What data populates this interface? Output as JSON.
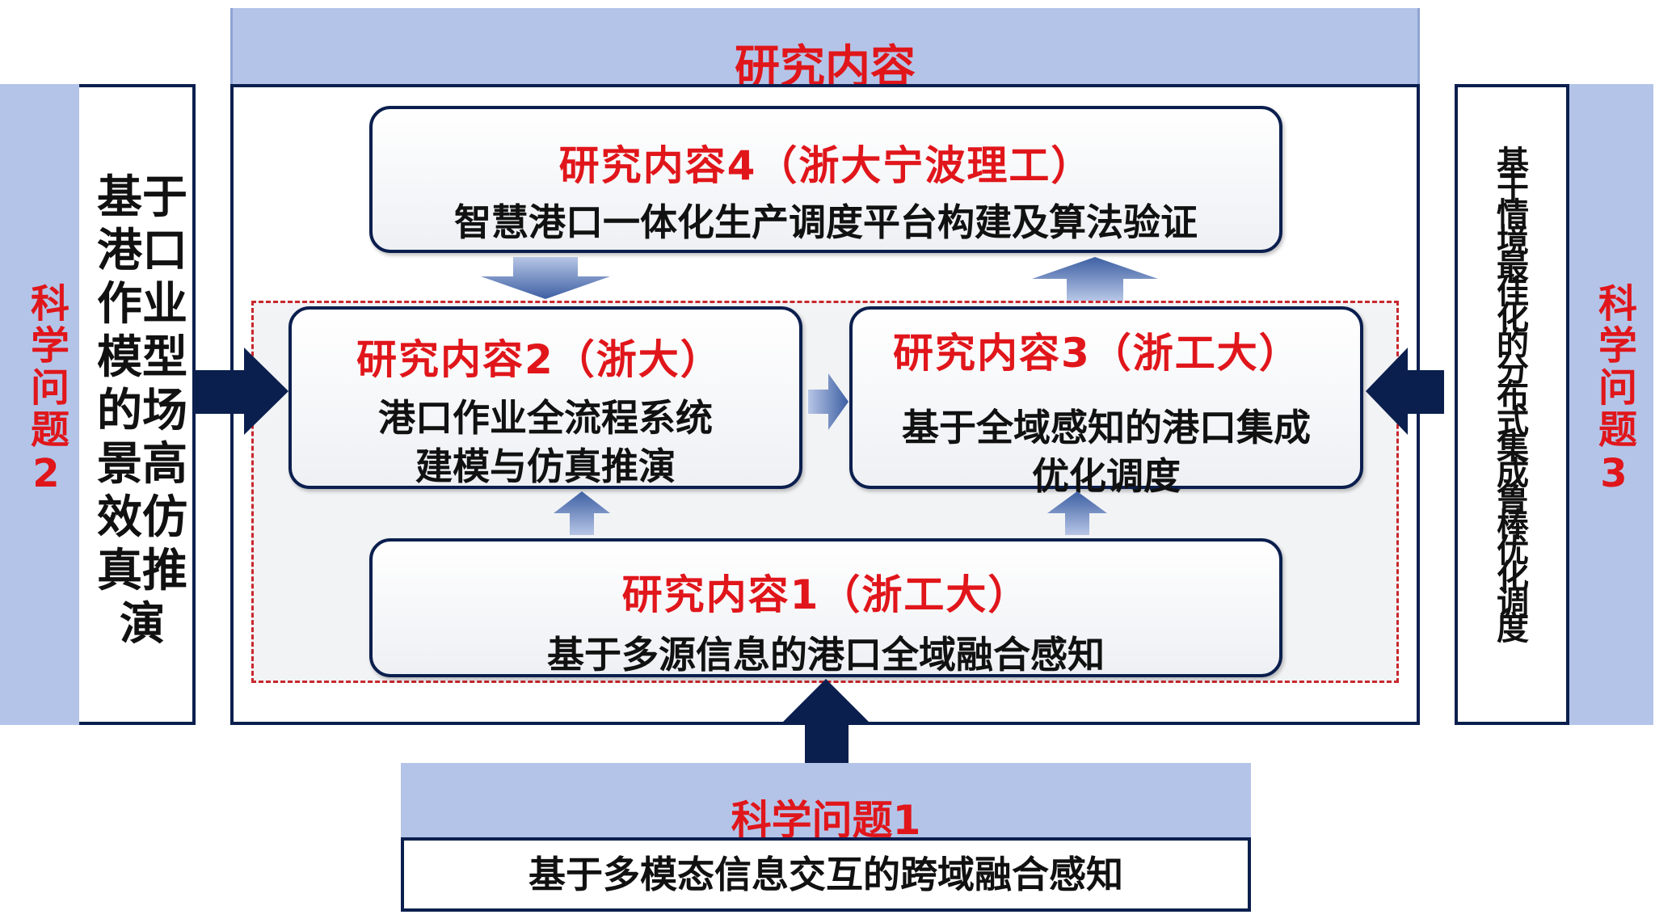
{
  "header": {
    "title": "研究内容"
  },
  "left": {
    "label": "科学问题2",
    "text": "基于港口作业模型的场景高效仿真推演"
  },
  "right": {
    "label": "科学问题3",
    "text": "基于情境最佳化的分布式集成鲁棒优化调度"
  },
  "content4": {
    "title": "研究内容4（浙大宁波理工）",
    "body": "智慧港口一体化生产调度平台构建及算法验证"
  },
  "content2": {
    "title": "研究内容2（浙大）",
    "body1": "港口作业全流程系统",
    "body2": "建模与仿真推演"
  },
  "content3": {
    "title": "研究内容3（浙工大）",
    "body1": "基于全域感知的港口集成",
    "body2": "优化调度"
  },
  "content1": {
    "title": "研究内容1（浙工大）",
    "body": "基于多源信息的港口全域融合感知"
  },
  "bottom": {
    "label": "科学问题1",
    "text": "基于多模态信息交互的跨域融合感知"
  },
  "colors": {
    "band": "#b4c4e8",
    "navy": "#0b1f4e",
    "red": "#e0161b"
  }
}
